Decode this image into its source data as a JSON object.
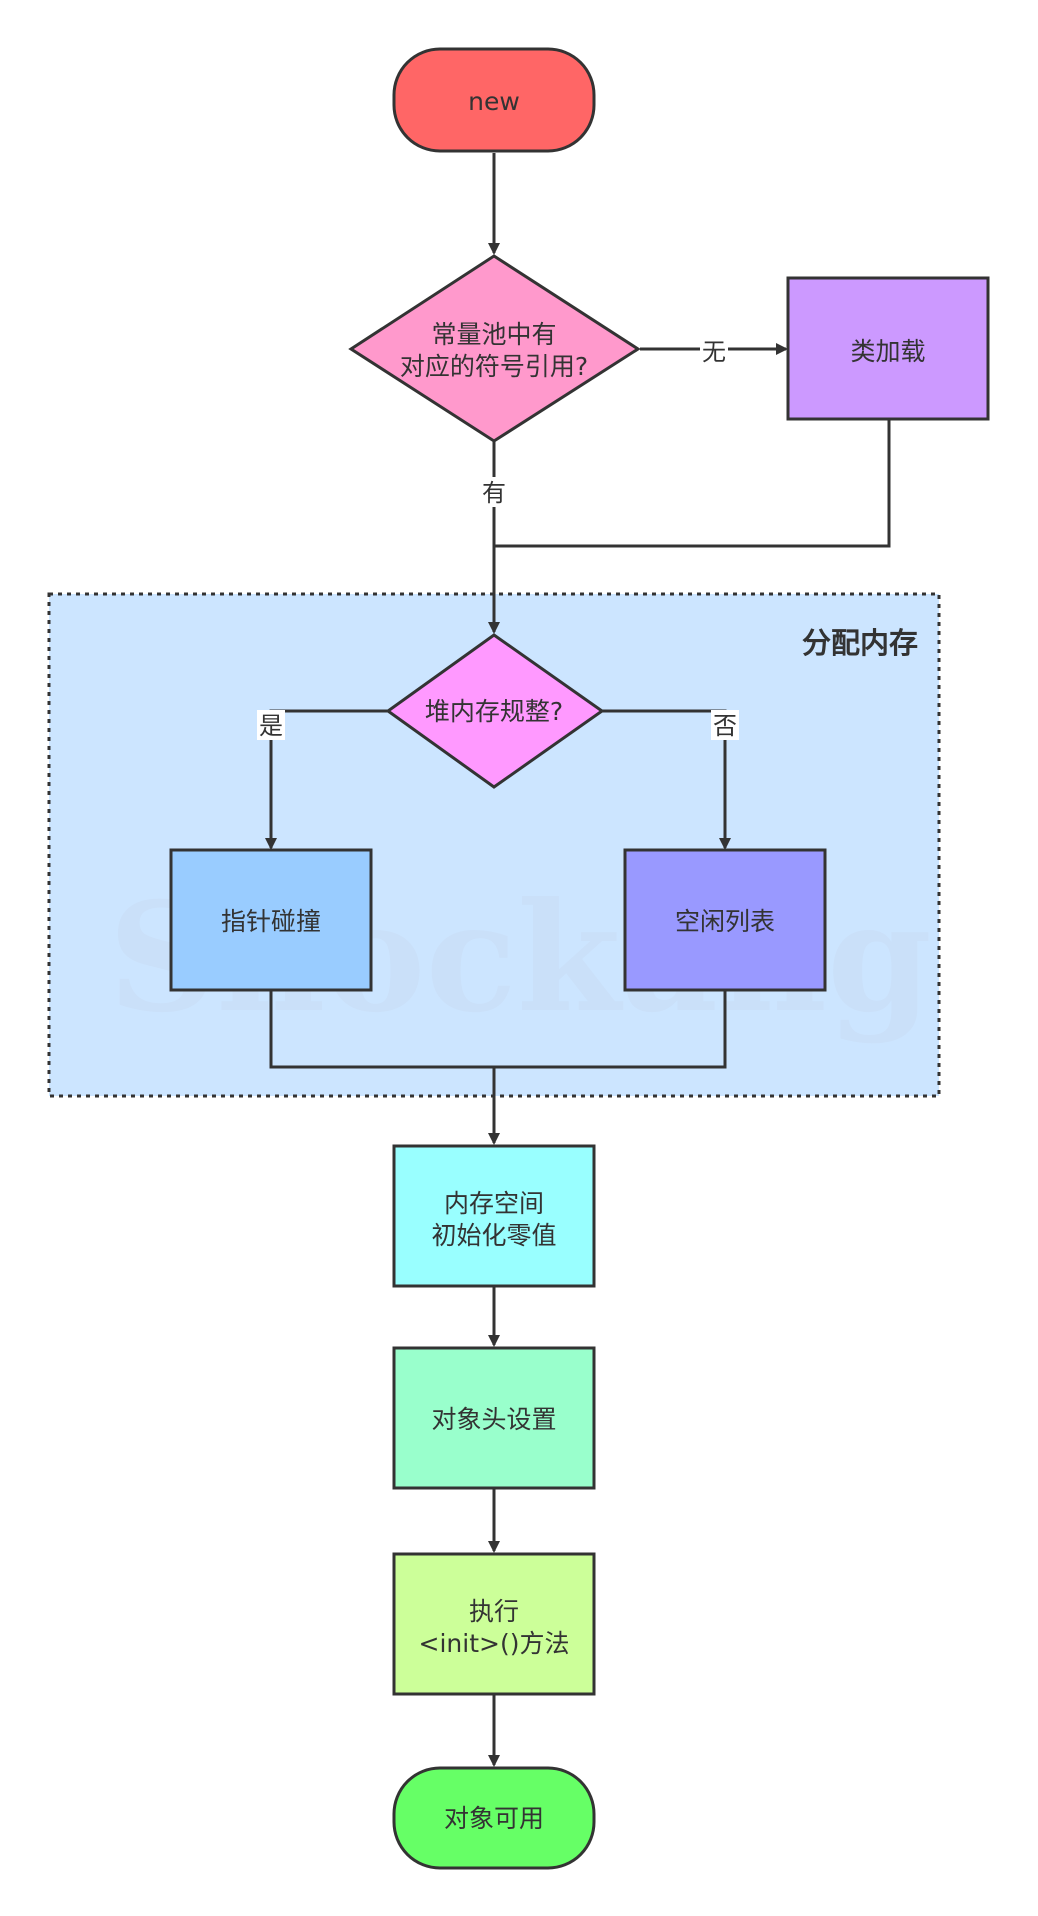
{
  "colors": {
    "start": "#ff6666",
    "decision_pool": "#ff99cc",
    "class_load": "#cc99ff",
    "group_bg": "#cce5ff",
    "decision_heap": "#ff99ff",
    "pointer_bump": "#99ccff",
    "free_list": "#9999ff",
    "init_zero": "#99ffff",
    "header_set": "#99ffcc",
    "exec_init": "#ccff99",
    "end": "#66ff66",
    "stroke": "#333333"
  },
  "nodes": {
    "start": "new",
    "pool_check_line1": "常量池中有",
    "pool_check_line2": "对应的符号引用?",
    "class_load": "类加载",
    "heap_check": "堆内存规整?",
    "pointer_bump": "指针碰撞",
    "free_list": "空闲列表",
    "init_zero_line1": "内存空间",
    "init_zero_line2": "初始化零值",
    "header_set": "对象头设置",
    "exec_init_line1": "执行",
    "exec_init_line2": "<init>()方法",
    "end": "对象可用"
  },
  "edges": {
    "none": "无",
    "has": "有",
    "yes": "是",
    "no": "否"
  },
  "group": {
    "label": "分配内存"
  },
  "watermark": "Shockang"
}
